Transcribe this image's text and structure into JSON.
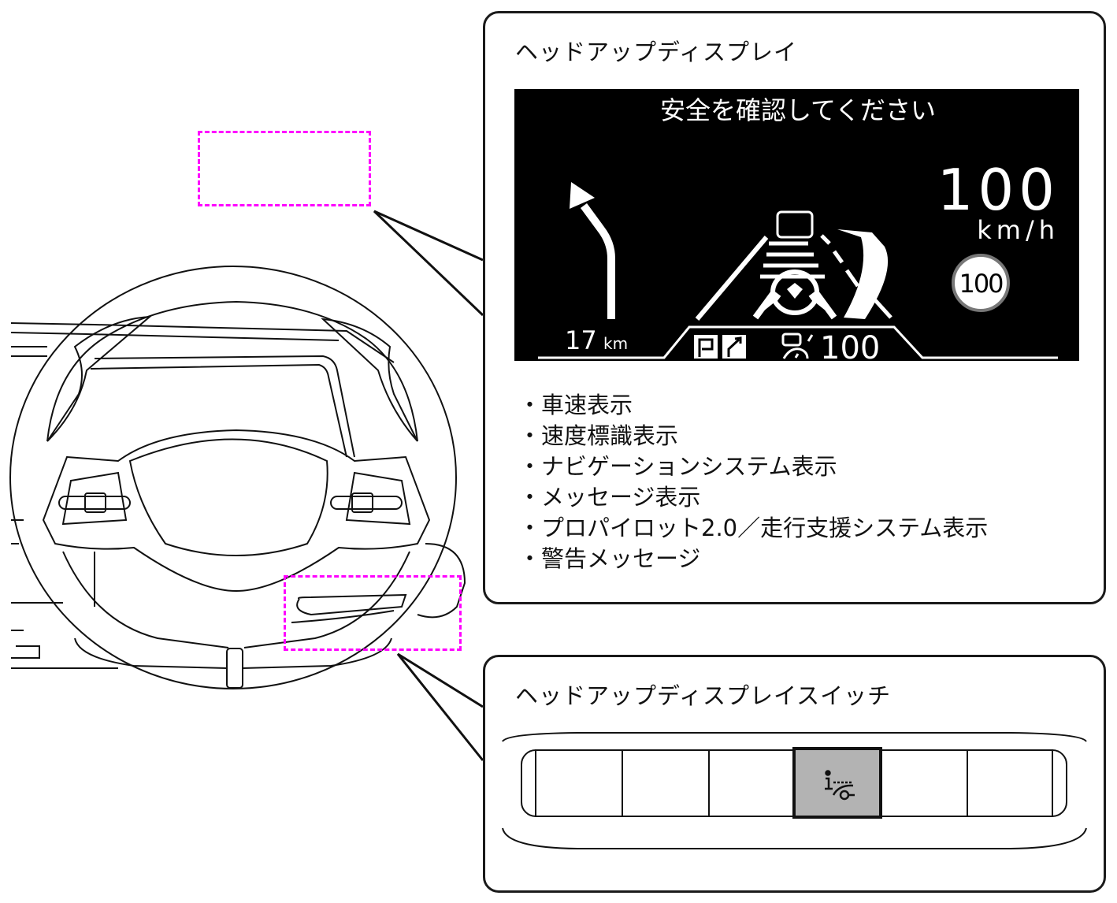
{
  "hud_callout": {
    "title": "ヘッドアップディスプレイ",
    "screen": {
      "message": "安全を確認してください",
      "speed": "100",
      "speed_unit": "km/h",
      "speed_sign": "100",
      "nav_distance": "17",
      "nav_distance_unit": "km",
      "set_speed": "100"
    },
    "items": [
      "車速表示",
      "速度標識表示",
      "ナビゲーションシステム表示",
      "メッセージ表示",
      "プロパイロット2.0／走行支援システム表示",
      "警告メッセージ"
    ]
  },
  "switch_callout": {
    "title": "ヘッドアップディスプレイスイッチ",
    "highlight_color": "#b3b3b3"
  },
  "colors": {
    "highlight_box": "#ff00ff",
    "hud_bg": "#000000"
  }
}
